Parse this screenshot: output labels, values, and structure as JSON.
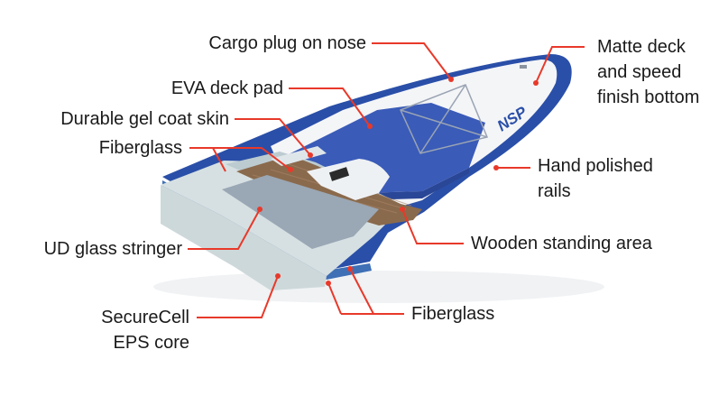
{
  "labels": {
    "cargo_plug": "Cargo plug on nose",
    "eva_pad": "EVA deck pad",
    "gel_coat": "Durable gel coat skin",
    "fiberglass_top": "Fiberglass",
    "ud_stringer": "UD glass stringer",
    "eps_core": [
      "SecureCell",
      "EPS core"
    ],
    "matte_deck": [
      "Matte deck",
      "and speed",
      "finish bottom"
    ],
    "hand_rails": [
      "Hand polished",
      "rails"
    ],
    "wooden_area": "Wooden standing area",
    "fiberglass_bottom": "Fiberglass"
  },
  "board_text": "NSP",
  "colors": {
    "leader": "#e8392a",
    "board_blue": "#2a4fa8",
    "deck_white": "#f4f5f7",
    "foam": "#c9d6d9",
    "wood": "#8a6a4c",
    "text": "#1a1a1a"
  }
}
